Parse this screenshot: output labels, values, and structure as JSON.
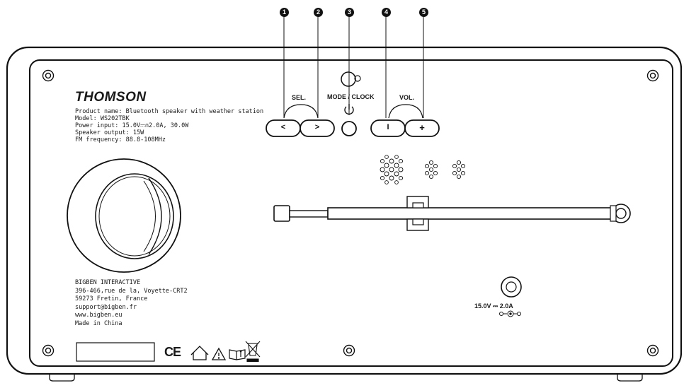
{
  "brand": "THOMSON",
  "specs": [
    "Product name: Bluetooth speaker with weather station",
    "Model: WS202TBK",
    "Power input: 15.0V⎓∩2.0A, 30.0W",
    "Speaker output: 15W",
    "FM frequency: 88.8-108MHz"
  ],
  "address": [
    "BIGBEN INTERACTIVE",
    "396-466,rue de la, Voyette-CRT2",
    "59273 Fretin, France",
    "support@bigben.fr",
    "www.bigben.eu",
    "Made in China"
  ],
  "controls": {
    "sel_label": "SEL.",
    "mode_label": "MODE / CLOCK",
    "vol_label": "VOL.",
    "prev_glyph": "<",
    "next_glyph": ">",
    "vol_down_glyph": "I",
    "vol_up_glyph": "+"
  },
  "callouts": [
    "1",
    "2",
    "3",
    "4",
    "5"
  ],
  "power_jack_label": "15.0V ⎓ 2.0A",
  "ce_mark": "CE",
  "icons": [
    "screw-icon",
    "power-icon",
    "ce-mark-icon",
    "indoor-use-icon",
    "warning-icon",
    "manual-icon",
    "weee-bin-icon",
    "polarity-icon"
  ]
}
